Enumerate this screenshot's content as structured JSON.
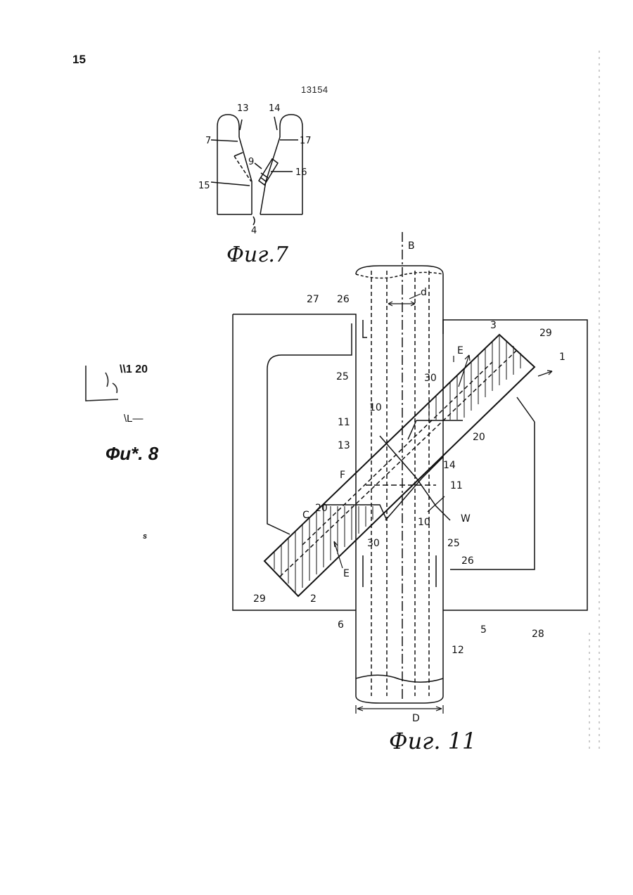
{
  "header": {
    "page_number": "15",
    "patent_number": "13154"
  },
  "ocr_fragments": {
    "fragment_1": "\\\\1 20",
    "fragment_2": "\\L—",
    "fig8_caption": "Фи*. 8",
    "fragment_s": "s"
  },
  "figure7": {
    "caption": "Фиг.7",
    "labels": {
      "l13": "13",
      "l14": "14",
      "l7": "7",
      "l17": "17",
      "l9": "9",
      "l16": "16",
      "l15": "15",
      "l4": "4"
    }
  },
  "figure11": {
    "caption": "Фиг. 11",
    "labels": {
      "B": "B",
      "d": "d",
      "l27": "27",
      "l26a": "26",
      "l3": "3",
      "l29a": "29",
      "l1": "1",
      "E1": "E",
      "l25a": "25",
      "l30a": "30",
      "l10a": "10",
      "l11a": "11",
      "l20a": "20",
      "l13": "13",
      "l14": "14",
      "F": "F",
      "l11b": "11",
      "l20b": "20",
      "C": "C",
      "l10b": "10",
      "W": "W",
      "l30b": "30",
      "l25b": "25",
      "l26b": "26",
      "E2": "E",
      "l29b": "29",
      "l2": "2",
      "l6": "6",
      "l5": "5",
      "l28": "28",
      "l12": "12",
      "D": "D"
    }
  }
}
